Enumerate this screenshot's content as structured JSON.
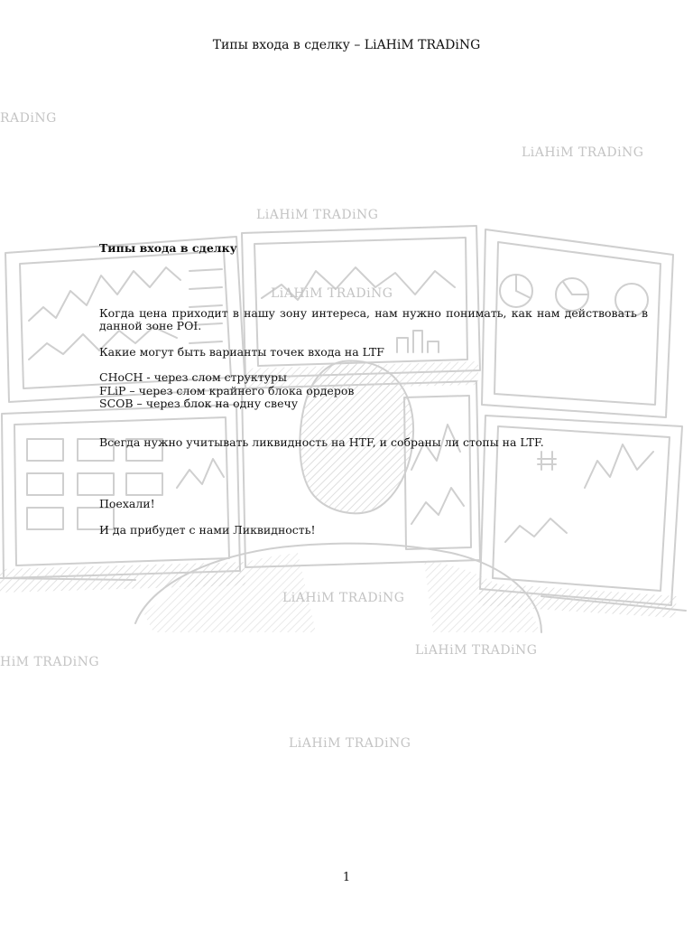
{
  "header": {
    "title": "Типы входа в сделку – LiAHiM TRADiNG"
  },
  "watermarks": [
    "RADiNG",
    "LiAHiM TRADiNG",
    "LiAHiM TRADiNG",
    "LiAHiM TRADiNG",
    "LiAHiM TRADiNG",
    "HiM TRADiNG",
    "LiAHiM TRADiNG",
    "LiAHiM TRADiNG"
  ],
  "content": {
    "heading": "Типы входа в сделку",
    "paragraph1": "Когда цена приходит в нашу зону интереса, нам нужно понимать, как нам действовать в данной зоне POI.",
    "paragraph2": "Какие могут быть варианты точек входа на LTF",
    "entry_types": [
      "CHoCH  - через слом структуры",
      "FLiP –  через слом крайнего блока ордеров",
      "SCOB – через блок на одну свечу"
    ],
    "paragraph3": "Всегда нужно учитывать ликвидность на HTF, и собраны ли стопы на LTF.",
    "paragraph4": "Поехали!",
    "paragraph5": "И да прибудет с нами Ликвидность!"
  },
  "footer": {
    "page_number": "1"
  },
  "colors": {
    "sketch": "#cfcfcf",
    "watermark": "#c4c4c4",
    "text": "#111111"
  }
}
